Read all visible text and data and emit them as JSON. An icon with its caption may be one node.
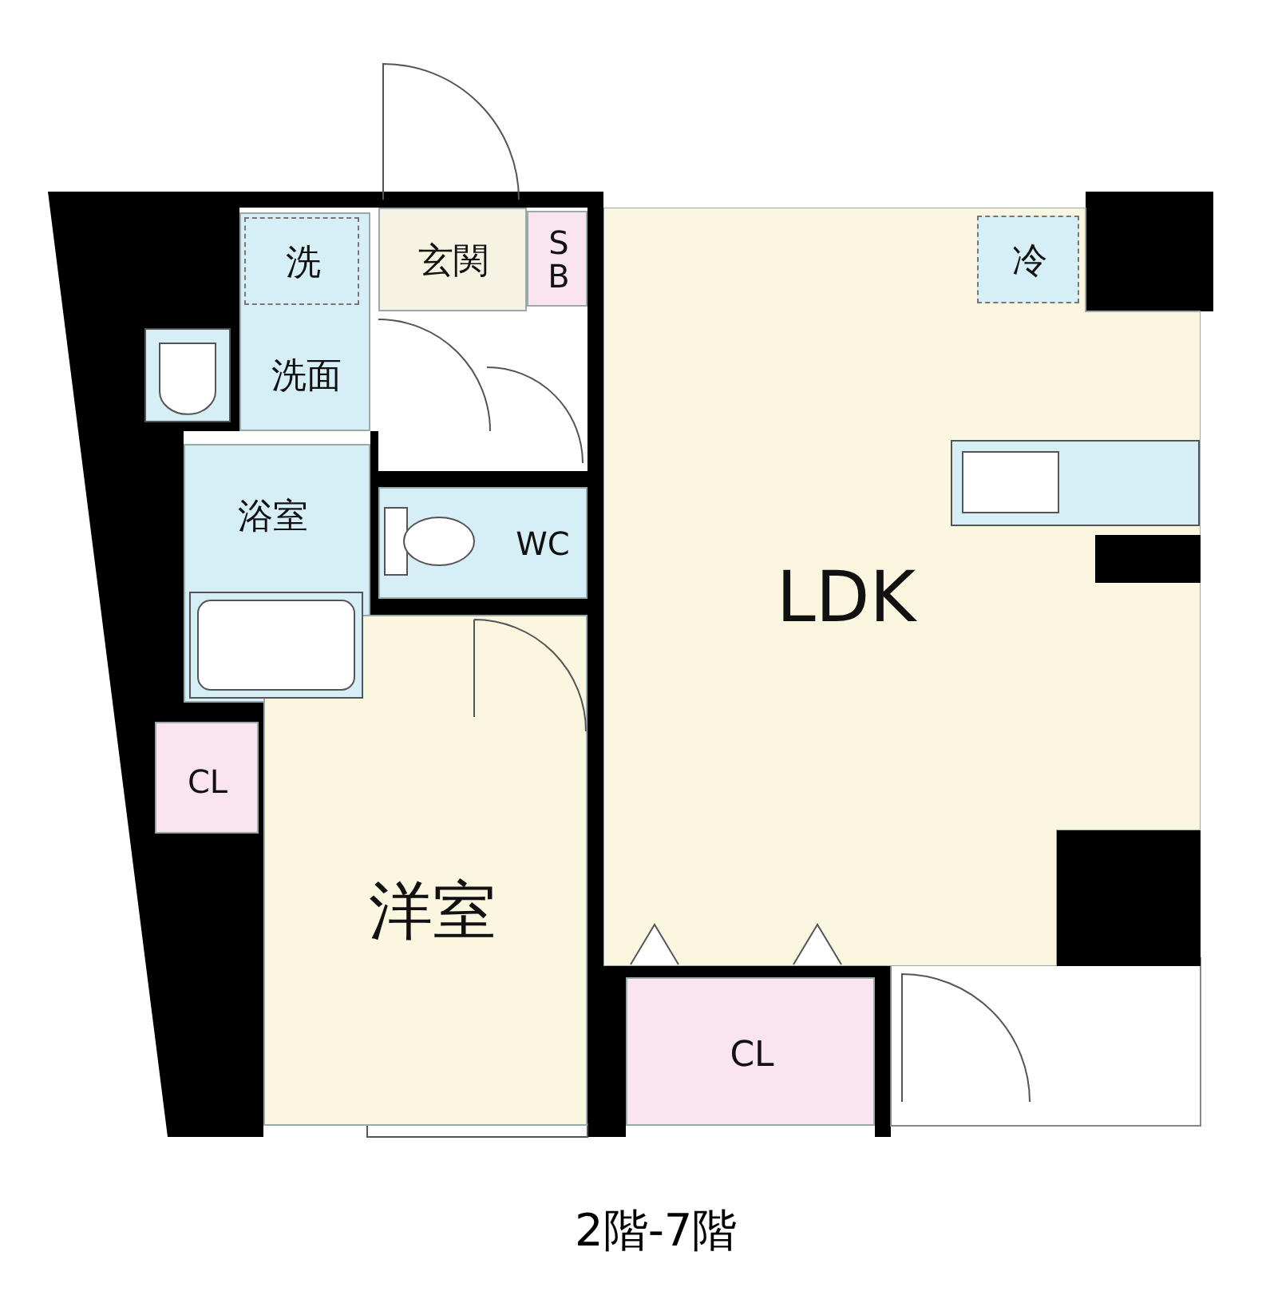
{
  "diagram": {
    "caption": "2階-7階",
    "nodes": [
      {
        "text": [
          "洗面"
        ]
      },
      {
        "text": [
          "洗"
        ],
        "in": 0
      },
      {
        "text": [
          "玄関"
        ]
      },
      {
        "text": [
          "S B"
        ]
      },
      {
        "text": [
          "LDK"
        ]
      },
      {
        "text": [
          "冷"
        ],
        "in": 4
      },
      {
        "text": [
          "浴室"
        ]
      },
      {
        "text": [
          "WC"
        ]
      },
      {
        "text": [
          "CL"
        ]
      },
      {
        "text": [
          "洋室"
        ]
      },
      {
        "text": [
          "CL"
        ]
      }
    ],
    "edges": []
  }
}
